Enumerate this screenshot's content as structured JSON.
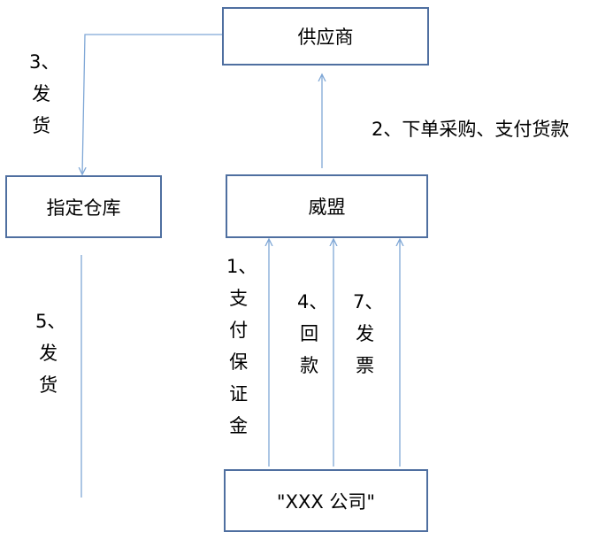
{
  "nodes": {
    "supplier": "供应商",
    "warehouse": "指定仓库",
    "weimeng": "威盟",
    "company": "\"XXX 公司\""
  },
  "edges": {
    "e3": {
      "num": "3、",
      "text": "发货"
    },
    "e2": {
      "text": "2、下单采购、支付货款"
    },
    "e5": {
      "num": "5、",
      "text": "发货"
    },
    "e1": {
      "num": "1、",
      "text": "支付保证金"
    },
    "e4": {
      "num": "4、",
      "text": "回款"
    },
    "e7": {
      "num": "7、",
      "text": "发票"
    }
  },
  "colors": {
    "box_border": "#4f6fa0",
    "line": "#7fa7d6"
  }
}
